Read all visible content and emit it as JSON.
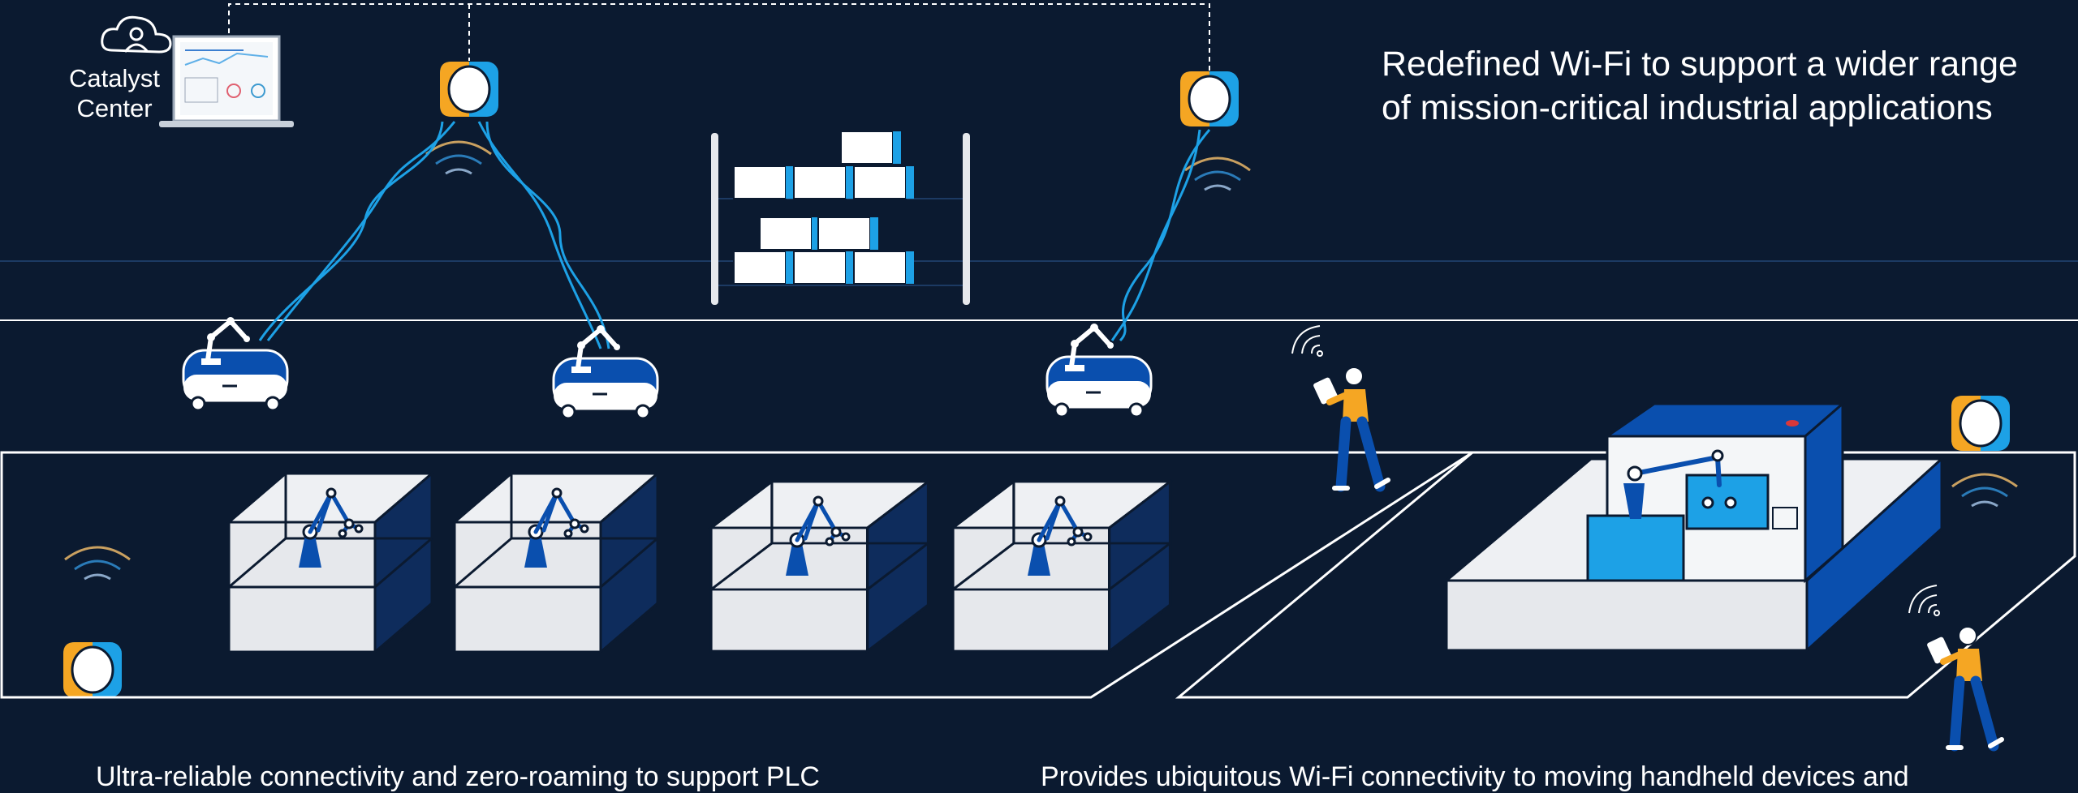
{
  "headline": {
    "line1": "Redefined Wi-Fi to support a wider range",
    "line2": "of mission-critical industrial applications"
  },
  "controller": {
    "name_line1": "Catalyst",
    "name_line2": "Center",
    "icon": "cloud-person-icon"
  },
  "captions": {
    "left": "Ultra-reliable connectivity and zero-roaming to support PLC",
    "right": "Provides ubiquitous Wi-Fi connectivity to moving handheld devices and"
  },
  "colors": {
    "background": "#0b1a30",
    "accent_blue": "#0a4fae",
    "accent_cyan": "#1da1e6",
    "accent_orange": "#f5a623",
    "line_white": "#ffffff"
  },
  "icons": {
    "access_point": "access-point-icon",
    "laptop": "laptop-icon",
    "agv": "agv-robot-icon",
    "robot_arm": "robot-arm-icon",
    "worker": "worker-tablet-icon",
    "wireless": "wifi-signal-icon"
  }
}
